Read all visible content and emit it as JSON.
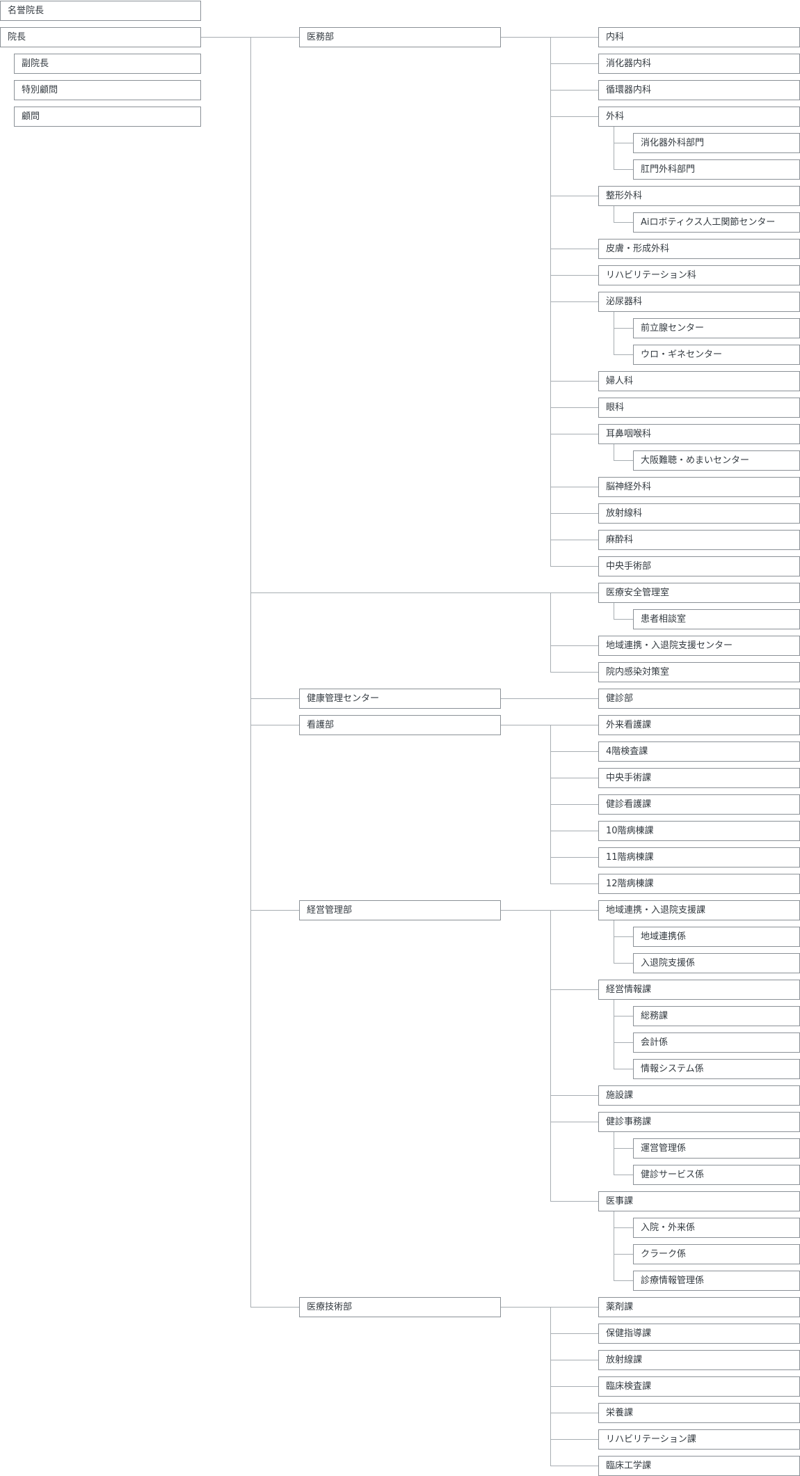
{
  "colors": {
    "border": "#8a9096",
    "line": "#a7adb2",
    "text": "#333a40",
    "background": "#ffffff"
  },
  "left": [
    {
      "label": "名誉院長"
    },
    {
      "label": "院長"
    },
    {
      "label": "副院長"
    },
    {
      "label": "特別顧問"
    },
    {
      "label": "顧問"
    }
  ],
  "divisions": [
    {
      "label": "医務部",
      "units": [
        {
          "label": "内科"
        },
        {
          "label": "消化器内科"
        },
        {
          "label": "循環器内科"
        },
        {
          "label": "外科",
          "children": [
            {
              "label": "消化器外科部門"
            },
            {
              "label": "肛門外科部門"
            }
          ]
        },
        {
          "label": "整形外科",
          "children": [
            {
              "label": "Aiロボティクス人工関節センター"
            }
          ]
        },
        {
          "label": "皮膚・形成外科"
        },
        {
          "label": "リハビリテーション科"
        },
        {
          "label": "泌尿器科",
          "children": [
            {
              "label": "前立腺センター"
            },
            {
              "label": "ウロ・ギネセンター"
            }
          ]
        },
        {
          "label": "婦人科"
        },
        {
          "label": "眼科"
        },
        {
          "label": "耳鼻咽喉科",
          "children": [
            {
              "label": "大阪難聴・めまいセンター"
            }
          ]
        },
        {
          "label": "脳神経外科"
        },
        {
          "label": "放射線科"
        },
        {
          "label": "麻酔科"
        },
        {
          "label": "中央手術部"
        }
      ]
    },
    {
      "label": "",
      "units": [
        {
          "label": "医療安全管理室",
          "children": [
            {
              "label": "患者相談室"
            }
          ]
        },
        {
          "label": "地域連携・入退院支援センター"
        },
        {
          "label": "院内感染対策室"
        }
      ]
    },
    {
      "label": "健康管理センター",
      "units": [
        {
          "label": "健診部"
        }
      ]
    },
    {
      "label": "看護部",
      "units": [
        {
          "label": "外来看護課"
        },
        {
          "label": "4階検査課"
        },
        {
          "label": "中央手術課"
        },
        {
          "label": "健診看護課"
        },
        {
          "label": "10階病棟課"
        },
        {
          "label": "11階病棟課"
        },
        {
          "label": "12階病棟課"
        }
      ]
    },
    {
      "label": "経営管理部",
      "units": [
        {
          "label": "地域連携・入退院支援課",
          "children": [
            {
              "label": "地域連携係"
            },
            {
              "label": "入退院支援係"
            }
          ]
        },
        {
          "label": "経営情報課",
          "children": [
            {
              "label": "総務課"
            },
            {
              "label": "会計係"
            },
            {
              "label": "情報システム係"
            }
          ]
        },
        {
          "label": "施設課"
        },
        {
          "label": "健診事務課",
          "children": [
            {
              "label": "運営管理係"
            },
            {
              "label": "健診サービス係"
            }
          ]
        },
        {
          "label": "医事課",
          "children": [
            {
              "label": "入院・外来係"
            },
            {
              "label": "クラーク係"
            },
            {
              "label": "診療情報管理係"
            }
          ]
        }
      ]
    },
    {
      "label": "医療技術部",
      "units": [
        {
          "label": "薬剤課"
        },
        {
          "label": "保健指導課"
        },
        {
          "label": "放射線課"
        },
        {
          "label": "臨床検査課"
        },
        {
          "label": "栄養課"
        },
        {
          "label": "リハビリテーション課"
        },
        {
          "label": "臨床工学課"
        }
      ]
    }
  ]
}
